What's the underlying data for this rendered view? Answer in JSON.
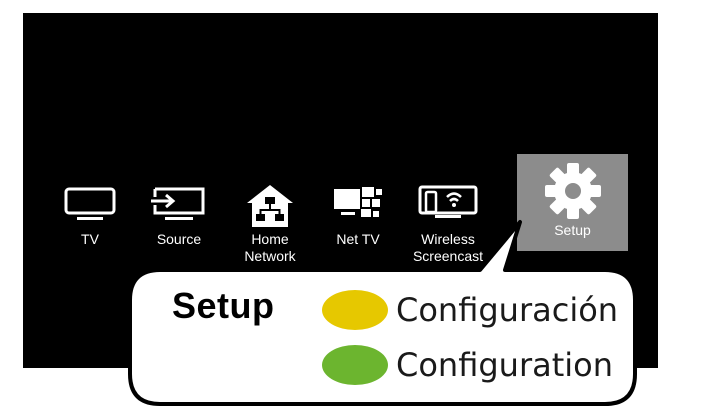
{
  "menu": {
    "items": [
      {
        "label": "TV",
        "icon": "tv-icon"
      },
      {
        "label": "Source",
        "icon": "source-input-icon"
      },
      {
        "label": "Home\nNetwork",
        "icon": "home-network-icon"
      },
      {
        "label": "Net TV",
        "icon": "net-tv-icon"
      },
      {
        "label": "Wireless\nScreencast",
        "icon": "wireless-screencast-icon"
      },
      {
        "label": "Setup",
        "icon": "gear-icon",
        "selected": true
      }
    ]
  },
  "callout": {
    "title": "Setup",
    "legend": [
      {
        "color": "#e6c800",
        "text": "Configuración"
      },
      {
        "color": "#6cb52f",
        "text": "Configuration"
      }
    ]
  }
}
